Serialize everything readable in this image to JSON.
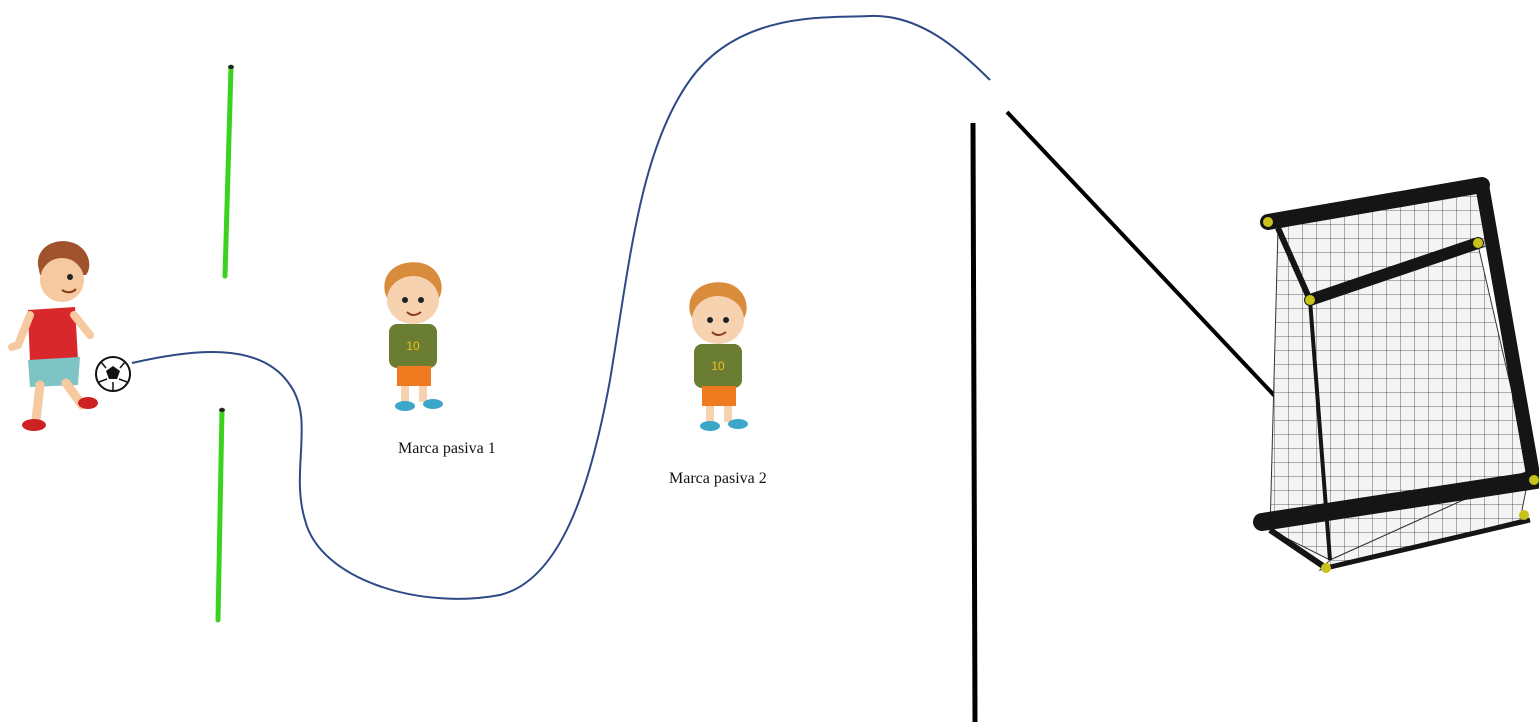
{
  "labels": {
    "defender_1": "Marca pasiva 1",
    "defender_2": "Marca pasiva 2"
  },
  "icons": {
    "kicker": "kicking-player-icon",
    "ball": "soccer-ball-icon",
    "defender": "standing-boy-number-10-icon",
    "goal": "soccer-goal-icon",
    "cone_pole": "training-pole-icon"
  },
  "jersey_number": "10",
  "colors": {
    "path_line": "#2e4a86",
    "poles": "#3ad21f",
    "arrow": "#000000",
    "barrier": "#000000",
    "defender_shirt": "#6b7d32",
    "defender_shorts": "#f07a1f",
    "kicker_shirt": "#d8282b",
    "goal_frame": "#151515",
    "goal_joint": "#c8c21a"
  }
}
